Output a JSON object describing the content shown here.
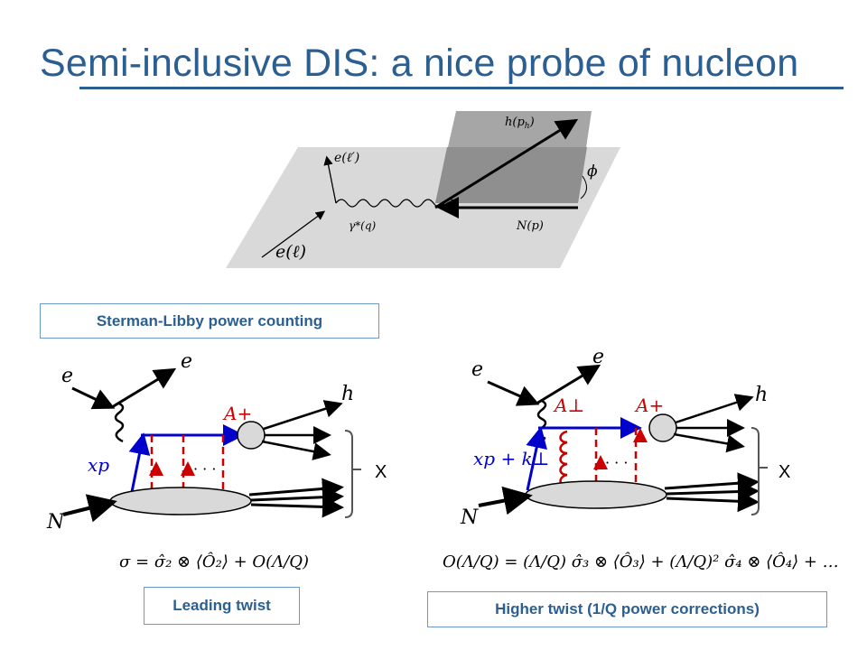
{
  "slide": {
    "title": "Semi-inclusive DIS: a nice probe of nucleon"
  },
  "kinematics_figure": {
    "labels": {
      "hadron": "h(p",
      "hadron_sub": "h",
      "phi": "ϕ",
      "scattered_lepton": "e(ℓ′)",
      "photon": "γ*(q)",
      "nucleon": "N(p)",
      "incoming_lepton": "e(ℓ)"
    }
  },
  "boxes": {
    "power_counting": "Sterman-Libby power counting",
    "leading_twist": "Leading twist",
    "higher_twist": "Higher twist  (1/Q power corrections)"
  },
  "left_diagram": {
    "e_in": "e",
    "e_out": "e",
    "gluon_label": "A+",
    "hadron": "h",
    "parton": "xp",
    "nucleon": "N",
    "dots": "· · ·",
    "x_mark": "X"
  },
  "right_diagram": {
    "e_in": "e",
    "e_out": "e",
    "gluon_label_perp": "A⊥",
    "gluon_label": "A+",
    "hadron": "h",
    "parton": "xp + k⊥",
    "nucleon": "N",
    "dots": "· · ·",
    "x_mark": "X"
  },
  "formulas": {
    "leading": "σ = σ̂₂ ⊗ ⟨Ô₂⟩ + O(Λ/Q)",
    "higher": "O(Λ/Q) = (Λ/Q) σ̂₃ ⊗ ⟨Ô₃⟩ + (Λ/Q)² σ̂₄ ⊗ ⟨Ô₄⟩ + …"
  }
}
